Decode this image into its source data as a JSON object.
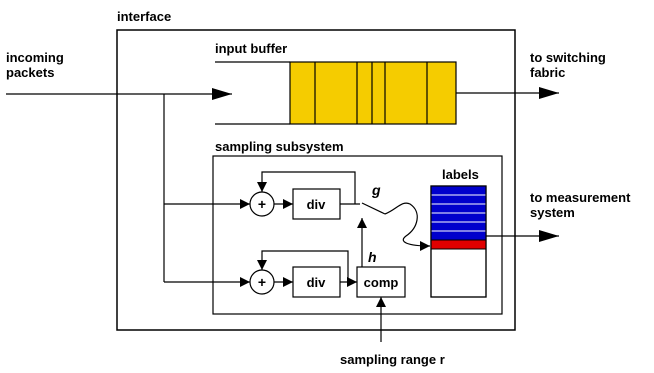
{
  "labels": {
    "interface": "interface",
    "incoming_line1": "incoming",
    "incoming_line2": "packets",
    "input_buffer": "input buffer",
    "to_switching_line1": "to switching",
    "to_switching_line2": "fabric",
    "sampling_subsystem": "sampling subsystem",
    "labels_title": "labels",
    "to_measurement_line1": "to measurement",
    "to_measurement_line2": "system",
    "div_top": "div",
    "div_bottom": "div",
    "comp": "comp",
    "g": "g",
    "h": "h",
    "plus_top": "+",
    "plus_bottom": "+",
    "sampling_range": "sampling range r"
  },
  "colors": {
    "buffer_fill": "#f5cc00",
    "label_blue": "#0000cc",
    "label_red": "#e00000",
    "line": "#000000"
  }
}
